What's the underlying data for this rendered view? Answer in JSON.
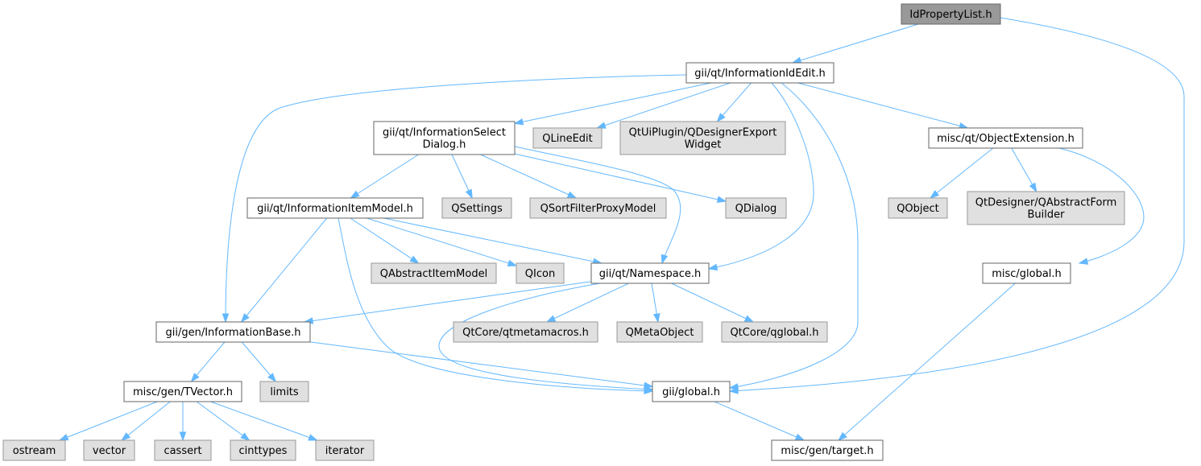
{
  "colors": {
    "edge": "#63b8ff",
    "root_fill": "#999999",
    "root_stroke": "#666666",
    "file_fill": "#ffffff",
    "file_stroke": "#666666",
    "external_fill": "#e0e0e0",
    "external_stroke": "#999999"
  },
  "nodes": {
    "idpropertylist": {
      "lines": [
        "IdPropertyList.h"
      ],
      "kind": "root"
    },
    "informationidedit": {
      "lines": [
        "gii/qt/InformationIdEdit.h"
      ],
      "kind": "file"
    },
    "informationselectdialog": {
      "lines": [
        "gii/qt/InformationSelect",
        "Dialog.h"
      ],
      "kind": "file"
    },
    "qlineedit": {
      "lines": [
        "QLineEdit"
      ],
      "kind": "external"
    },
    "qdesignerexportwidget": {
      "lines": [
        "QtUiPlugin/QDesignerExport",
        "Widget"
      ],
      "kind": "external"
    },
    "objectextension": {
      "lines": [
        "misc/qt/ObjectExtension.h"
      ],
      "kind": "file"
    },
    "informationitemmodel": {
      "lines": [
        "gii/qt/InformationItemModel.h"
      ],
      "kind": "file"
    },
    "qsettings": {
      "lines": [
        "QSettings"
      ],
      "kind": "external"
    },
    "qsortfilterproxymodel": {
      "lines": [
        "QSortFilterProxyModel"
      ],
      "kind": "external"
    },
    "qdialog": {
      "lines": [
        "QDialog"
      ],
      "kind": "external"
    },
    "qobject": {
      "lines": [
        "QObject"
      ],
      "kind": "external"
    },
    "qabstractformbuilder": {
      "lines": [
        "QtDesigner/QAbstractForm",
        "Builder"
      ],
      "kind": "external"
    },
    "qabstractitemmodel": {
      "lines": [
        "QAbstractItemModel"
      ],
      "kind": "external"
    },
    "qicon": {
      "lines": [
        "QIcon"
      ],
      "kind": "external"
    },
    "namespace": {
      "lines": [
        "gii/qt/Namespace.h"
      ],
      "kind": "file"
    },
    "miscglobal": {
      "lines": [
        "misc/global.h"
      ],
      "kind": "file"
    },
    "informationbase": {
      "lines": [
        "gii/gen/InformationBase.h"
      ],
      "kind": "file"
    },
    "qtmetamacros": {
      "lines": [
        "QtCore/qtmetamacros.h"
      ],
      "kind": "external"
    },
    "qmetaobject": {
      "lines": [
        "QMetaObject"
      ],
      "kind": "external"
    },
    "qglobal": {
      "lines": [
        "QtCore/qglobal.h"
      ],
      "kind": "external"
    },
    "tvector": {
      "lines": [
        "misc/gen/TVector.h"
      ],
      "kind": "file"
    },
    "limits": {
      "lines": [
        "limits"
      ],
      "kind": "external"
    },
    "giiglobal": {
      "lines": [
        "gii/global.h"
      ],
      "kind": "file"
    },
    "ostream": {
      "lines": [
        "ostream"
      ],
      "kind": "external"
    },
    "vector": {
      "lines": [
        "vector"
      ],
      "kind": "external"
    },
    "cassert": {
      "lines": [
        "cassert"
      ],
      "kind": "external"
    },
    "cinttypes": {
      "lines": [
        "cinttypes"
      ],
      "kind": "external"
    },
    "iterator": {
      "lines": [
        "iterator"
      ],
      "kind": "external"
    },
    "target": {
      "lines": [
        "misc/gen/target.h"
      ],
      "kind": "file"
    }
  },
  "edges": [
    [
      "idpropertylist",
      "informationidedit"
    ],
    [
      "idpropertylist",
      "giiglobal"
    ],
    [
      "informationidedit",
      "informationselectdialog"
    ],
    [
      "informationidedit",
      "qlineedit"
    ],
    [
      "informationidedit",
      "qdesignerexportwidget"
    ],
    [
      "informationidedit",
      "objectextension"
    ],
    [
      "informationidedit",
      "informationbase"
    ],
    [
      "informationidedit",
      "namespace"
    ],
    [
      "informationidedit",
      "giiglobal"
    ],
    [
      "informationselectdialog",
      "informationitemmodel"
    ],
    [
      "informationselectdialog",
      "qsettings"
    ],
    [
      "informationselectdialog",
      "qsortfilterproxymodel"
    ],
    [
      "informationselectdialog",
      "qdialog"
    ],
    [
      "informationselectdialog",
      "namespace"
    ],
    [
      "objectextension",
      "qobject"
    ],
    [
      "objectextension",
      "qabstractformbuilder"
    ],
    [
      "objectextension",
      "miscglobal"
    ],
    [
      "informationitemmodel",
      "qabstractitemmodel"
    ],
    [
      "informationitemmodel",
      "qicon"
    ],
    [
      "informationitemmodel",
      "namespace"
    ],
    [
      "informationitemmodel",
      "informationbase"
    ],
    [
      "informationitemmodel",
      "giiglobal"
    ],
    [
      "namespace",
      "informationbase"
    ],
    [
      "namespace",
      "qtmetamacros"
    ],
    [
      "namespace",
      "qmetaobject"
    ],
    [
      "namespace",
      "qglobal"
    ],
    [
      "namespace",
      "giiglobal"
    ],
    [
      "miscglobal",
      "target"
    ],
    [
      "informationbase",
      "tvector"
    ],
    [
      "informationbase",
      "limits"
    ],
    [
      "informationbase",
      "giiglobal"
    ],
    [
      "tvector",
      "ostream"
    ],
    [
      "tvector",
      "vector"
    ],
    [
      "tvector",
      "cassert"
    ],
    [
      "tvector",
      "cinttypes"
    ],
    [
      "tvector",
      "iterator"
    ],
    [
      "giiglobal",
      "target"
    ]
  ]
}
